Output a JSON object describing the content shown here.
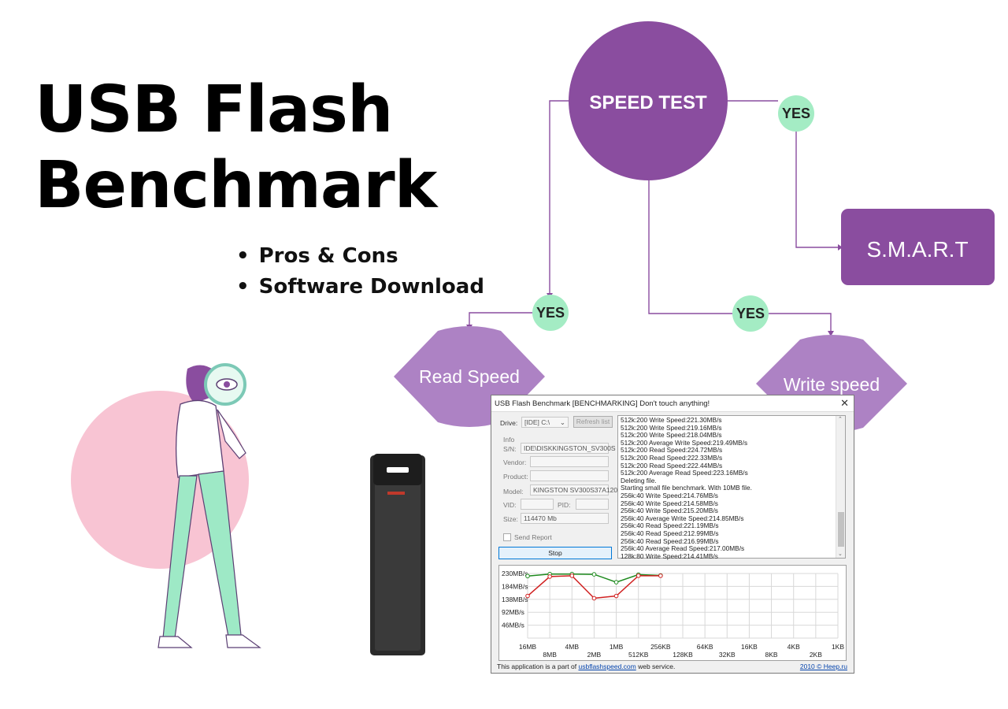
{
  "heading": {
    "line1": "USB Flash",
    "line2": "Benchmark"
  },
  "bullets": [
    "Pros & Cons",
    "Software Download"
  ],
  "flowchart": {
    "center": "SPEED TEST",
    "smart": "S.M.A.R.T",
    "read": "Read Speed",
    "write": "Write speed",
    "yes": "YES",
    "colors": {
      "purple": "#8a4d9f",
      "diamond": "#ad82c4",
      "yes_badge": "#a4ecc4"
    }
  },
  "window": {
    "title": "USB Flash Benchmark [BENCHMARKING] Don't touch anything!",
    "close": "✕",
    "drive_label": "Drive:",
    "drive_value": "[IDE] C:\\",
    "refresh_label": "Refresh list",
    "info_label": "Info",
    "sn_label": "S/N:",
    "sn_value": "IDE\\DISKKINGSTON_SV300S",
    "vendor_label": "Vendor:",
    "product_label": "Product:",
    "model_label": "Model:",
    "model_value": "KINGSTON SV300S37A120",
    "vid_label": "VID:",
    "pid_label": "PID:",
    "size_label": "Size:",
    "size_value": "114470 Mb",
    "send_report": "Send Report",
    "stop_label": "Stop",
    "log": [
      "512k:200 Write Speed:221.30MB/s",
      "512k:200 Write Speed:219.16MB/s",
      "512k:200 Write Speed:218.04MB/s",
      "512k:200 Average Write Speed:219.49MB/s",
      "512k:200 Read Speed:224.72MB/s",
      "512k:200 Read Speed:222.33MB/s",
      "512k:200 Read Speed:222.44MB/s",
      "512k:200 Average Read Speed:223.16MB/s",
      "Deleting file.",
      "Starting small file benchmark.  With 10MB file.",
      "256k:40 Write Speed:214.76MB/s",
      "256k:40 Write Speed:214.58MB/s",
      "256k:40 Write Speed:215.20MB/s",
      "256k:40 Average Write Speed:214.85MB/s",
      "256k:40 Read Speed:221.19MB/s",
      "256k:40 Read Speed:212.99MB/s",
      "256k:40 Read Speed:216.99MB/s",
      "256k:40 Average Read Speed:217.00MB/s",
      "128k:80 Write Speed:214.41MB/s"
    ],
    "footer_prefix": "This application is a part of ",
    "footer_link": "usbflashspeed.com",
    "footer_suffix": " web service.",
    "copyright": "2010 © Heep.ru"
  },
  "chart_data": {
    "type": "line",
    "categories": [
      "16MB",
      "8MB",
      "4MB",
      "2MB",
      "1MB",
      "512KB",
      "256KB",
      "128KB",
      "64KB",
      "32KB",
      "16KB",
      "8KB",
      "4KB",
      "2KB",
      "1KB"
    ],
    "y_tick_labels": [
      "230MB/s",
      "184MB/s",
      "138MB/s",
      "92MB/s",
      "46MB/s"
    ],
    "ylim": [
      0,
      230
    ],
    "grid": true,
    "series": [
      {
        "color": "#1e8a1e",
        "values": [
          221,
          228,
          228,
          227,
          199,
          226,
          223
        ]
      },
      {
        "color": "#d02020",
        "values": [
          150,
          219,
          222,
          142,
          150,
          222,
          222
        ]
      }
    ]
  }
}
